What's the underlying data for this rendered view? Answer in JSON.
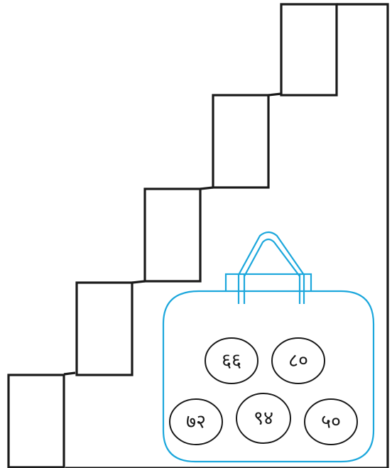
{
  "stairs": {
    "step_count": 5
  },
  "bag": {
    "balls": [
      {
        "label": "६६"
      },
      {
        "label": "८०"
      },
      {
        "label": "७२"
      },
      {
        "label": "९४"
      },
      {
        "label": "५०"
      }
    ],
    "outline_color": "#1ca7dc"
  }
}
